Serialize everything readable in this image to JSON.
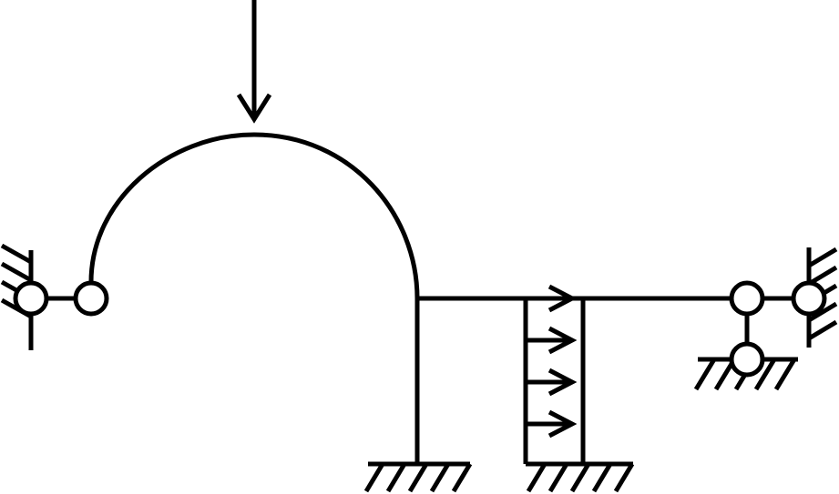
{
  "diagram": {
    "type": "structural-frame",
    "colors": {
      "stroke": "#000000",
      "background": "#ffffff",
      "hinge_fill": "#ffffff"
    },
    "components": [
      "vertical-point-load",
      "semicircular-arch",
      "left-pinned-support",
      "left-hinge",
      "horizontal-beam",
      "left-column-fixed",
      "load-post-fixed",
      "distributed-horizontal-load",
      "right-hinge",
      "right-pinned-support",
      "right-roller-support"
    ]
  }
}
